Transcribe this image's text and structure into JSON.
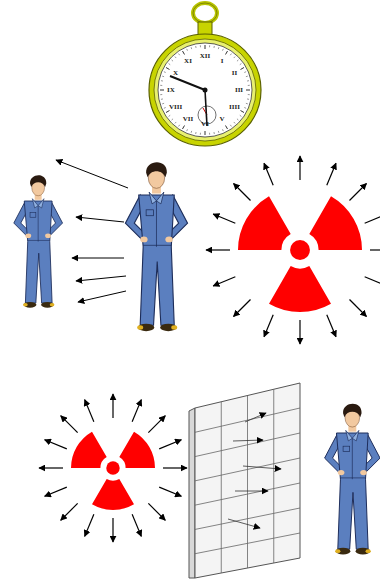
{
  "diagram": {
    "labels": [
      "XII",
      "I",
      "II",
      "III",
      "IIII",
      "V",
      "VI",
      "VII",
      "VIII",
      "IX",
      "X",
      "XI"
    ]
  }
}
